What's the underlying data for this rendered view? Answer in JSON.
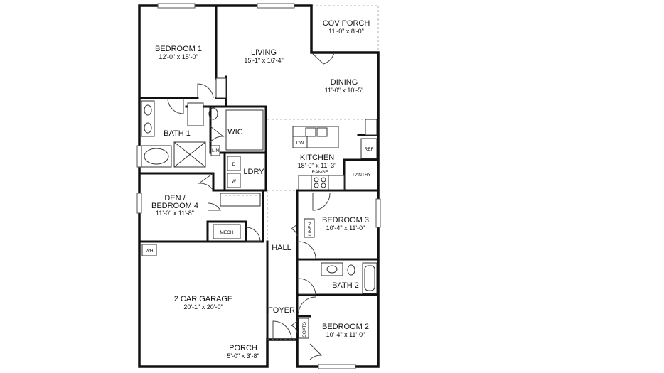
{
  "rooms": [
    {
      "id": "bedroom1",
      "name": "BEDROOM 1",
      "dims": "12'-0\" x 15'-0\""
    },
    {
      "id": "living",
      "name": "LIVING",
      "dims": "15'-1\" x 16'-4\""
    },
    {
      "id": "cov-porch",
      "name": "COV PORCH",
      "dims": "11'-0\" x 8'-0\""
    },
    {
      "id": "dining",
      "name": "DINING",
      "dims": "11'-0\" x 10'-5\""
    },
    {
      "id": "bath1",
      "name": "BATH 1",
      "dims": ""
    },
    {
      "id": "wic",
      "name": "WIC",
      "dims": ""
    },
    {
      "id": "kitchen",
      "name": "KITCHEN",
      "dims": "18'-0\" x 11'-3\""
    },
    {
      "id": "ldry",
      "name": "LDRY",
      "dims": ""
    },
    {
      "id": "den",
      "name": "DEN /",
      "name2": "BEDROOM 4",
      "dims": "11'-0\" x 11'-8\""
    },
    {
      "id": "bedroom3",
      "name": "BEDROOM 3",
      "dims": "10'-4\" x 11'-0\""
    },
    {
      "id": "hall",
      "name": "HALL",
      "dims": ""
    },
    {
      "id": "bath2",
      "name": "BATH 2",
      "dims": ""
    },
    {
      "id": "garage",
      "name": "2 CAR GARAGE",
      "dims": "20'-1\" x 20'-0\""
    },
    {
      "id": "foyer",
      "name": "FOYER",
      "dims": ""
    },
    {
      "id": "bedroom2",
      "name": "BEDROOM 2",
      "dims": "10'-4\" x 11'-0\""
    },
    {
      "id": "porch",
      "name": "PORCH",
      "dims": "5'-0\" x 3'-8\""
    }
  ],
  "fixtures": {
    "dw": "DW",
    "ref": "REF",
    "range": "RANGE",
    "pantry": "PANTRY",
    "lin": "LIN",
    "dryer": "D",
    "washer": "W",
    "mech": "MECH",
    "wh": "WH",
    "linen": "LINEN",
    "coats": "COATS"
  }
}
